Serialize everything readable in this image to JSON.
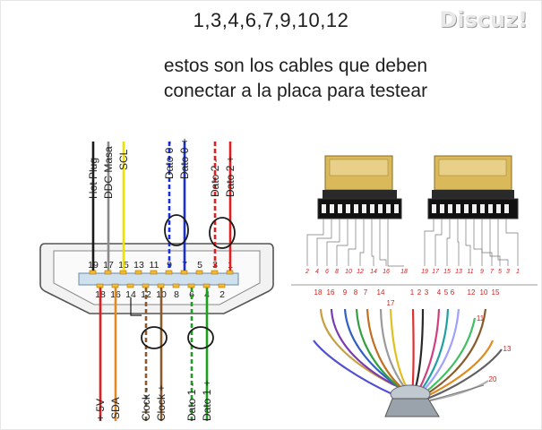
{
  "header": {
    "pin_list": "1,3,4,6,7,9,10,12",
    "instruction_line1": "estos son los cables que deben",
    "instruction_line2": "conectar a la placa para testear",
    "watermark": "Discuz!"
  },
  "connector_diagram": {
    "top_wire_labels": [
      "Hot Plug",
      "DDC Masa",
      "SCL",
      "Dato 0 -",
      "Dato 0 +",
      "Dato 2 -",
      "Dato 2 +"
    ],
    "bottom_wire_labels": [
      "+ 5V",
      "SDA",
      "Clock -",
      "Clock +",
      "Dato 1 -",
      "Dato 1 +"
    ],
    "top_pins": [
      "19",
      "17",
      "15",
      "13",
      "11",
      "9",
      "7",
      "5",
      "3",
      "1"
    ],
    "bottom_pins": [
      "18",
      "16",
      "14",
      "12",
      "10",
      "8",
      "6",
      "4",
      "2"
    ]
  },
  "plug_pins": {
    "left_plug": [
      "2",
      "4",
      "6",
      "8",
      "10",
      "12",
      "14",
      "16",
      "18"
    ],
    "right_plug": [
      "19",
      "17",
      "15",
      "13",
      "11",
      "9",
      "7",
      "5",
      "3",
      "1"
    ]
  },
  "cable_labels": [
    "18",
    "16",
    "9",
    "8",
    "7",
    "14",
    "17",
    "1",
    "2",
    "3",
    "4",
    "5",
    "6",
    "12",
    "10",
    "15",
    "11",
    "13",
    "20"
  ],
  "colors": {
    "black": "#1a1a1a",
    "gray": "#8a8a8a",
    "yellow": "#f0e000",
    "blue": "#1a2fd6",
    "red": "#e02020",
    "orange": "#e08a20",
    "brown": "#8a5a2a",
    "green": "#1aa21a"
  }
}
